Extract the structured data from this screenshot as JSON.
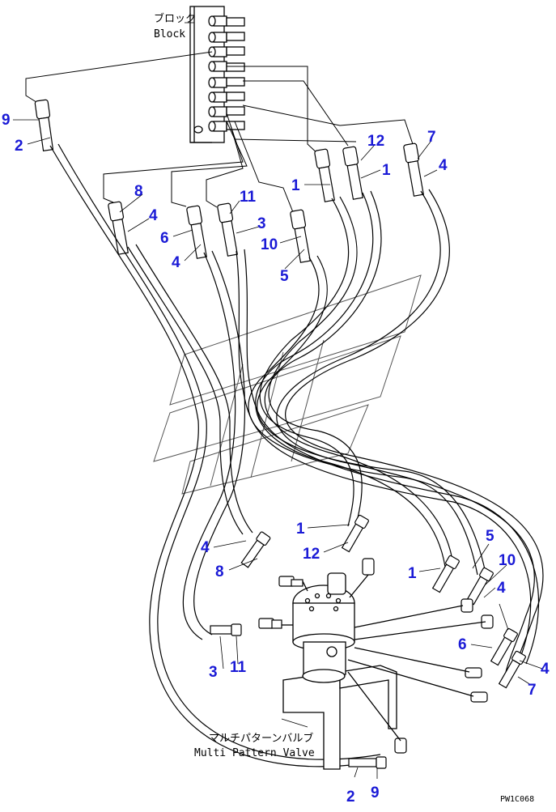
{
  "block_label": {
    "jp": "ブロック",
    "en": "Block"
  },
  "valve_label": {
    "jp": "マルチパターンバルブ",
    "en": "Multi Pattern Valve"
  },
  "drawing_code": "PW1C068",
  "colors": {
    "callout": "#1a1ad6",
    "line": "#000000",
    "watermark": "#555555"
  },
  "callouts": [
    "9",
    "2",
    "7",
    "12",
    "1",
    "4",
    "8",
    "11",
    "1",
    "4",
    "3",
    "6",
    "10",
    "4",
    "5",
    "1",
    "12",
    "5",
    "4",
    "10",
    "8",
    "1",
    "4",
    "6",
    "3",
    "11",
    "4",
    "7",
    "2",
    "9"
  ],
  "callout_count": 30
}
